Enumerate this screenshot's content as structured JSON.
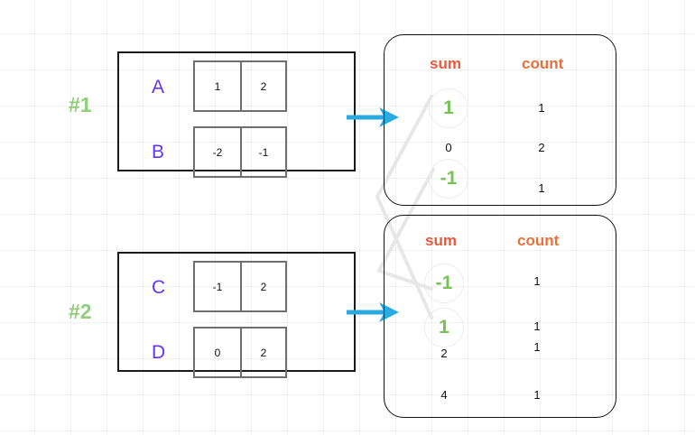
{
  "diagram": {
    "title_note": "MapReduce-style sum/count combine diagram",
    "accent_colors": {
      "group_label": "#8fce7a",
      "row_label": "#6633ee",
      "header_sum": "#e85a3c",
      "header_count": "#e8703a",
      "highlight_value": "#76c254",
      "arrow": "#29abe2",
      "link_line": "#e6e6e6",
      "grid": "#e8ecef"
    }
  },
  "groups": [
    {
      "label": "#1",
      "rows": [
        {
          "name": "A",
          "cells": [
            "1",
            "2"
          ]
        },
        {
          "name": "B",
          "cells": [
            "-2",
            "-1"
          ]
        }
      ]
    },
    {
      "label": "#2",
      "rows": [
        {
          "name": "C",
          "cells": [
            "-1",
            "2"
          ]
        },
        {
          "name": "D",
          "cells": [
            "0",
            "2"
          ]
        }
      ]
    }
  ],
  "arrows": [
    {
      "name": "arrow-group-1",
      "icon": "arrow-right-icon"
    },
    {
      "name": "arrow-group-2",
      "icon": "arrow-right-icon"
    }
  ],
  "panels": [
    {
      "headers": {
        "sum": "sum",
        "count": "count"
      },
      "rows": [
        {
          "sum": "1",
          "count": "1",
          "highlight": true
        },
        {
          "sum": "0",
          "count": "2",
          "highlight": false
        },
        {
          "sum": "-1",
          "count": "1",
          "highlight": true
        }
      ]
    },
    {
      "headers": {
        "sum": "sum",
        "count": "count"
      },
      "rows": [
        {
          "sum": "-1",
          "count": "1",
          "highlight": true
        },
        {
          "sum": "1",
          "count": "1",
          "highlight": true
        },
        {
          "sum": "2",
          "count": "1",
          "highlight": false
        },
        {
          "sum": "4",
          "count": "1",
          "highlight": false
        }
      ]
    }
  ],
  "links": [
    {
      "from": "panel1-sum-1",
      "to": "panel2-sum-1"
    },
    {
      "from": "panel1-sum--1",
      "to": "panel2-sum--1"
    }
  ]
}
